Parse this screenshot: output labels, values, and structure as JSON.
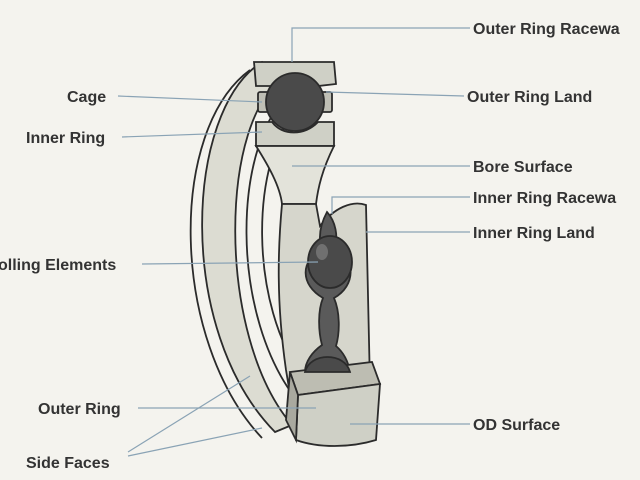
{
  "labels": {
    "outer_ring_raceway": "Outer Ring Racewa",
    "cage": "Cage",
    "outer_ring_land": "Outer Ring Land",
    "inner_ring": "Inner Ring",
    "bore_surface": "Bore Surface",
    "inner_ring_raceway": "Inner Ring Racewa",
    "inner_ring_land": "Inner Ring Land",
    "rolling_elements": "olling Elements",
    "outer_ring": "Outer Ring",
    "od_surface": "OD Surface",
    "side_faces": "Side Faces"
  },
  "colors": {
    "background": "#f4f3ee",
    "label_text": "#333333",
    "leader_line": "#8aa3b5",
    "ring_fill": "#dcdcd2",
    "ring_section_fill": "#cfd0c6",
    "ball_fill": "#4a4a4a",
    "outline": "#2b2b2b"
  }
}
